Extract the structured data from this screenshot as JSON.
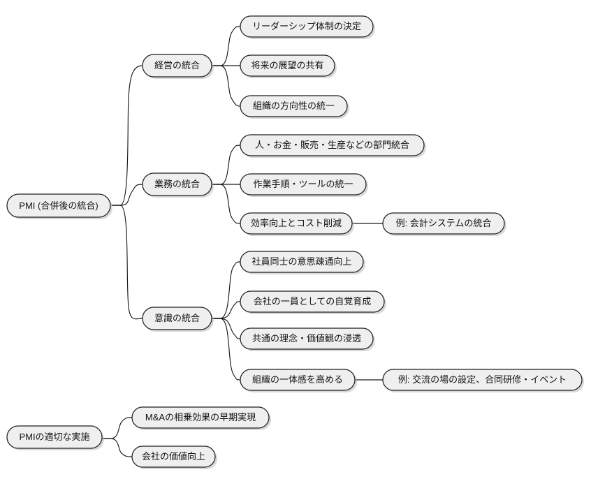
{
  "diagram": {
    "type": "mindmap",
    "title": "PMI (合併後の統合)",
    "style": {
      "node_fill": "#efefef",
      "node_stroke": "#1f1f1f",
      "edge_stroke": "#1a1a1a",
      "text_color": "#111111",
      "background": "#ffffff",
      "shadow_color": "#b9b9b9"
    },
    "trees": [
      {
        "id": "tree-pmi",
        "root": {
          "id": "n-root",
          "label": "PMI (合併後の統合)"
        },
        "branches": [
          {
            "id": "b-keiei",
            "label": "経営の統合",
            "children": [
              {
                "id": "n-leader",
                "label": "リーダーシップ体制の決定",
                "children": []
              },
              {
                "id": "n-shorai",
                "label": "将来の展望の共有",
                "children": []
              },
              {
                "id": "n-soshiki-houkou",
                "label": "組織の方向性の統一",
                "children": []
              }
            ]
          },
          {
            "id": "b-gyomu",
            "label": "業務の統合",
            "children": [
              {
                "id": "n-hito-okane",
                "label": "人・お金・販売・生産などの部門統合",
                "children": []
              },
              {
                "id": "n-sagyo",
                "label": "作業手順・ツールの統一",
                "children": []
              },
              {
                "id": "n-koritsu",
                "label": "効率向上とコスト削減",
                "children": [
                  {
                    "id": "n-rei-kaikei",
                    "label": "例: 会計システムの統合"
                  }
                ]
              }
            ]
          },
          {
            "id": "b-ishiki",
            "label": "意識の統合",
            "children": [
              {
                "id": "n-shain",
                "label": "社員同士の意思疎通向上",
                "children": []
              },
              {
                "id": "n-kaisha-ichiin",
                "label": "会社の一員としての自覚育成",
                "children": []
              },
              {
                "id": "n-kyotsu",
                "label": "共通の理念・価値観の浸透",
                "children": []
              },
              {
                "id": "n-ittaikan",
                "label": "組織の一体感を高める",
                "children": [
                  {
                    "id": "n-rei-koryu",
                    "label": "例: 交流の場の設定、合同研修・イベント"
                  }
                ]
              }
            ]
          }
        ]
      },
      {
        "id": "tree-jisshi",
        "root": {
          "id": "n-root2",
          "label": "PMIの適切な実施"
        },
        "branches": [
          {
            "id": "b-ma",
            "label": "M&Aの相乗効果の早期実現",
            "children": []
          },
          {
            "id": "b-kachi",
            "label": "会社の価値向上",
            "children": []
          }
        ]
      }
    ]
  }
}
